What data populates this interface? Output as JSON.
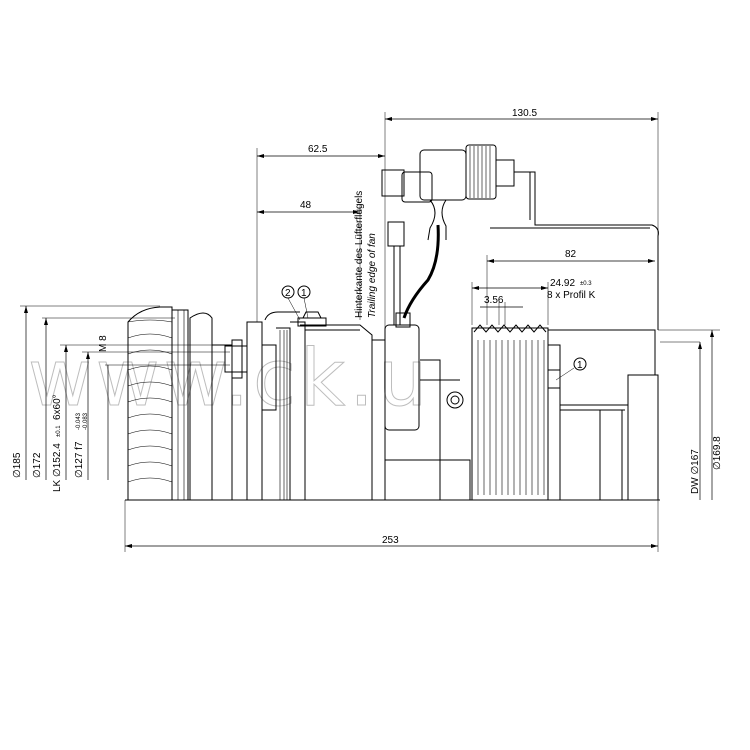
{
  "dimensions": {
    "d130_5": "130.5",
    "d62_5": "62.5",
    "d48": "48",
    "d82": "82",
    "d24_92": "24.92",
    "d24_92_tol": "±0.3",
    "profile": "8 x Profil K",
    "d3_56": "3.56",
    "d253": "253",
    "dia185": "185",
    "dia172": "172",
    "lk": "LK",
    "dia152_4": "152.4",
    "dia152_4_tol": "±0.1",
    "bolt": "6x60°",
    "dia127": "127 f7",
    "dia127_tol_a": "-0.043",
    "dia127_tol_b": "-0.083",
    "m8": "M 8",
    "dw": "DW",
    "dia167": "167",
    "dia169_8": "169.8",
    "dia_symbol": "∅"
  },
  "annotations": {
    "fan_edge_de": "Hinterkante des Lüfterflügels",
    "fan_edge_en": "Trailing edge of fan"
  },
  "callouts": [
    "2",
    "1",
    "1"
  ],
  "watermark": "www.ck.u"
}
